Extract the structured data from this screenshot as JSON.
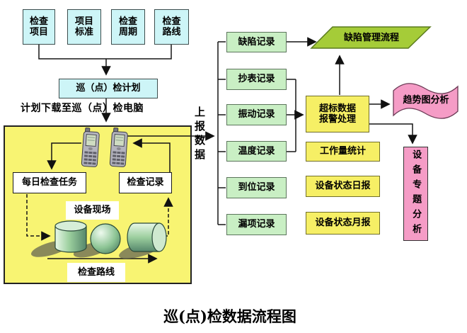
{
  "title": "巡(点)检数据流程图",
  "plan": {
    "sources": [
      "检查项目",
      "项目标准",
      "检查周期",
      "检查路线"
    ],
    "plan_label": "巡（点）检计划",
    "download_note": "计划下载至巡（点）检电脑"
  },
  "site": {
    "daily_task": "每日检查任务",
    "record": "检查记录",
    "scene": "设备现场",
    "route": "检查路线"
  },
  "upload_label": "上报数据",
  "records": [
    "缺陷记录",
    "抄表记录",
    "振动记录",
    "温度记录",
    "到位记录",
    "漏项记录"
  ],
  "outputs": {
    "defect_flow": "缺陷管理流程",
    "alarm_line1": "超标数据",
    "alarm_line2": "报警处理",
    "trend": "趋势图分析",
    "workload": "工作量统计",
    "daily_report": "设备状态日报",
    "monthly_report": "设备状态月报",
    "special": "设备专题分析"
  },
  "colors": {
    "cyan_box": "#cdf5f7",
    "green_box": "#c9efc4",
    "yellow_box": "#f6ef65",
    "container_yellow": "#f8f472",
    "parallelogram_green": "#a5cc38",
    "pink": "#f59cc6",
    "line": "#151515"
  }
}
